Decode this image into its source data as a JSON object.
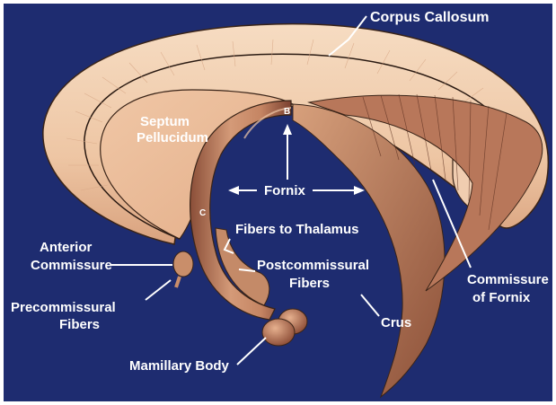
{
  "colors": {
    "background": "#1e2c70",
    "tissue_light": "#f2d2b4",
    "tissue_mid": "#d8a682",
    "tissue_dark": "#a8684a",
    "tissue_shadow": "#6e3c2c",
    "outline": "#2a1a12",
    "label_text": "#ffffff"
  },
  "labels": {
    "corpus_callosum": "Corpus Callosum",
    "septum_pellucidum_line1": "Septum",
    "septum_pellucidum_line2": "Pellucidum",
    "marker_b": "B",
    "marker_c": "C",
    "fornix": "Fornix",
    "fibers_to_thalamus": "Fibers to Thalamus",
    "anterior_commissure_line1": "Anterior",
    "anterior_commissure_line2": "Commissure",
    "postcommissural_line1": "Postcommissural",
    "postcommissural_line2": "Fibers",
    "precommissural_line1": "Precommissural",
    "precommissural_line2": "Fibers",
    "commissure_of_fornix_line1": "Commissure",
    "commissure_of_fornix_line2": "of Fornix",
    "crus": "Crus",
    "mamillary_body": "Mamillary Body"
  }
}
